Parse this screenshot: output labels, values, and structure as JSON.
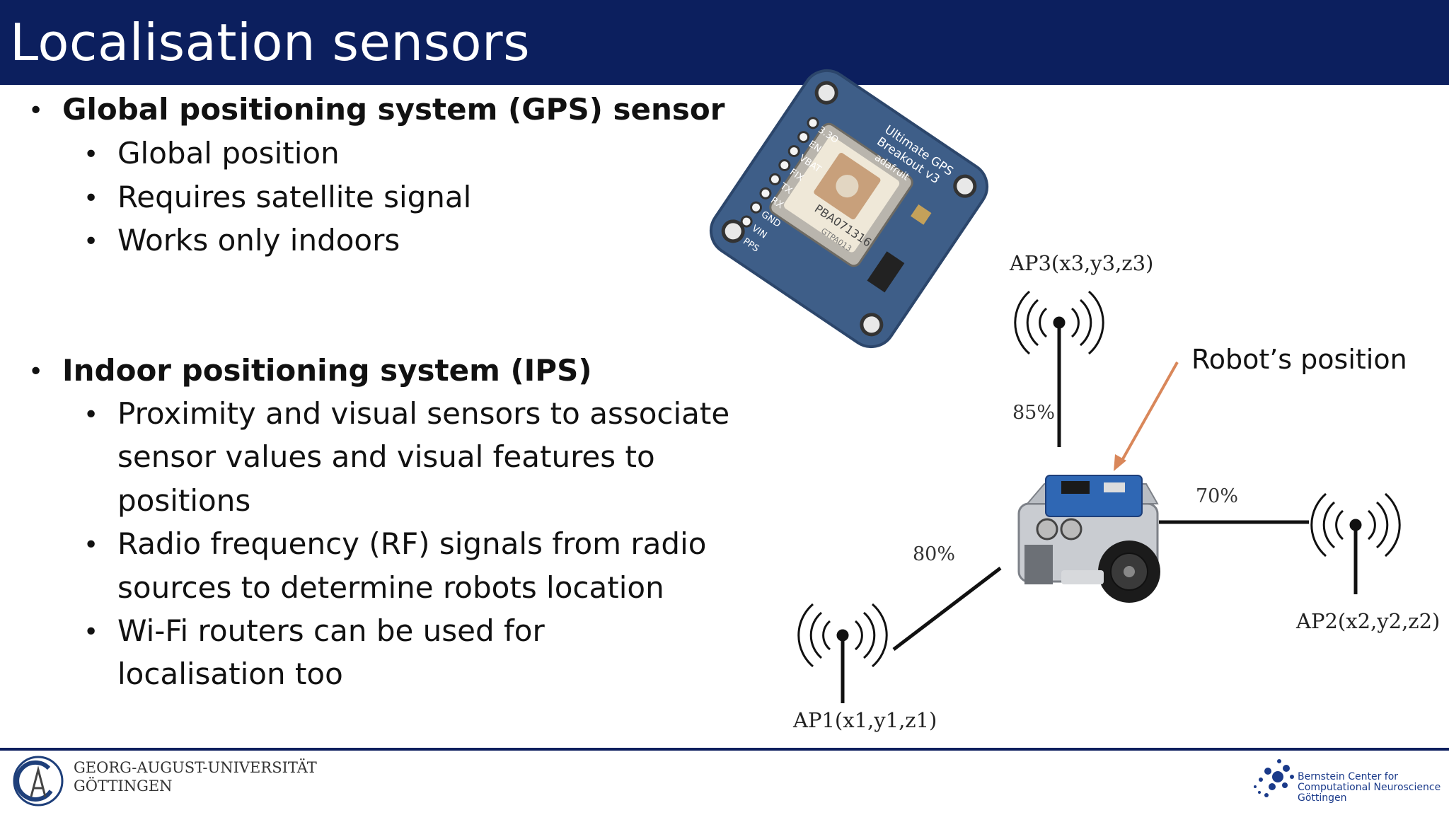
{
  "header": {
    "title": "Localisation sensors"
  },
  "content": {
    "gps": {
      "heading": "Global positioning system (GPS) sensor",
      "items": [
        "Global position",
        "Requires satellite signal",
        "Works only indoors"
      ]
    },
    "ips": {
      "heading": "Indoor positioning system (IPS)",
      "items": [
        [
          "Proximity and visual sensors to associate",
          "sensor values and visual features to",
          "positions"
        ],
        [
          "Radio frequency (RF) signals from radio",
          "sources to determine robots location"
        ],
        [
          "Wi-Fi routers can be used for",
          "localisation too"
        ]
      ]
    },
    "bullet_symbol": "•"
  },
  "gps_module": {
    "board_text_1": "Ultimate GPS",
    "board_text_2": "Breakout v3",
    "board_text_3": "adafruit",
    "chip_text": "PBA071316",
    "chip_text_2": "GTPA013",
    "pins": [
      "3.3O",
      "EN",
      "VBAT",
      "FIX",
      "TX",
      "RX",
      "GND",
      "VIN",
      "PPS"
    ]
  },
  "diagram": {
    "ap1": "AP1(x1,y1,z1)",
    "ap2": "AP2(x2,y2,z2)",
    "ap3": "AP3(x3,y3,z3)",
    "pct_ap1": "80%",
    "pct_ap2": "70%",
    "pct_ap3": "85%",
    "robot_label": "Robot’s position",
    "arrow_color": "#d9875a"
  },
  "footer": {
    "university_line1": "GEORG-AUGUST-UNIVERSITÄT",
    "university_line2": "GÖTTINGEN",
    "bernstein_line1": "Bernstein Center for",
    "bernstein_line2": "Computational Neuroscience",
    "bernstein_line3": "Göttingen"
  },
  "colors": {
    "header_bg": "#0c1f5e",
    "board": "#3e5e88"
  }
}
